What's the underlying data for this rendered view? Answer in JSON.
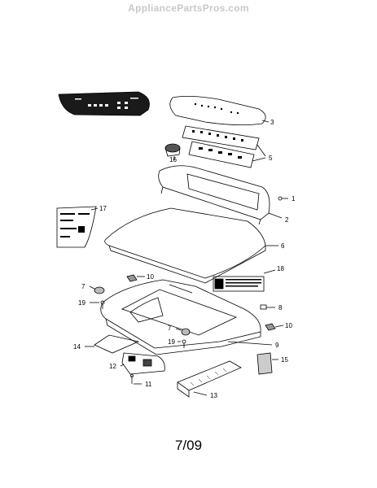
{
  "watermark": "AppliancePartsPros.com",
  "callouts": [
    "1",
    "2",
    "3",
    "5",
    "6",
    "7",
    "7",
    "8",
    "9",
    "10",
    "10",
    "11",
    "12",
    "13",
    "14",
    "15",
    "16",
    "17",
    "18",
    "19",
    "19"
  ],
  "footer": "7/09"
}
